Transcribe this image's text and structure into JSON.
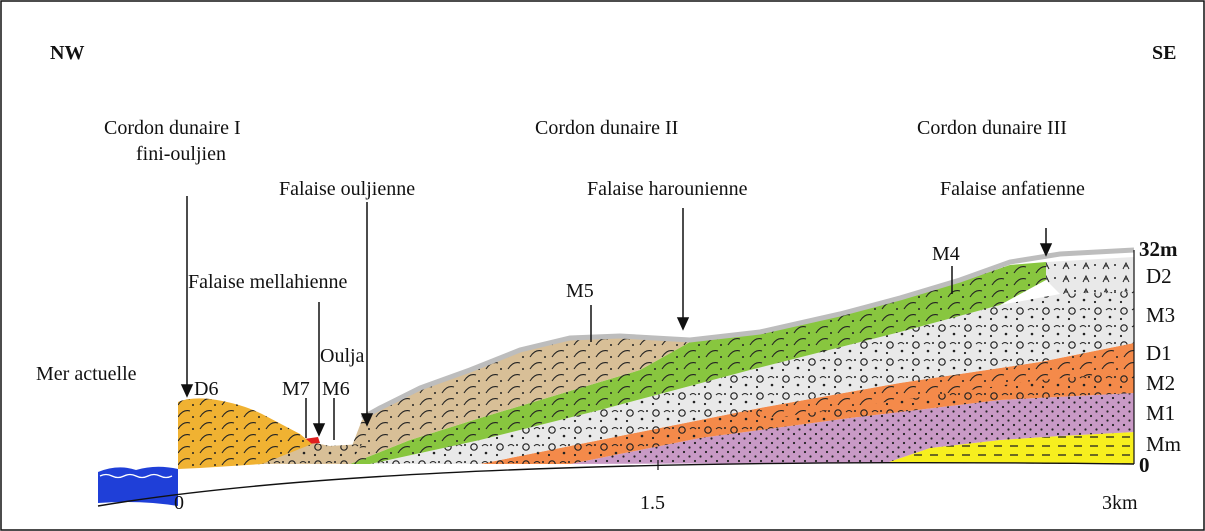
{
  "orientation": {
    "left": "NW",
    "right": "SE"
  },
  "titles": {
    "dune1_line1": "Cordon dunaire I",
    "dune1_line2": "fini-ouljien",
    "dune2": "Cordon dunaire II",
    "dune3": "Cordon dunaire III"
  },
  "cliffs": {
    "ouljienne": "Falaise ouljienne",
    "harounienne": "Falaise harounienne",
    "anfatienne": "Falaise anfatienne",
    "mellahienne": "Falaise mellahienne"
  },
  "labels": {
    "sea": "Mer actuelle",
    "oulja": "Oulja",
    "d6": "D6",
    "m7": "M7",
    "m6": "M6",
    "m5": "M5",
    "m4": "M4"
  },
  "elevation": {
    "top": "32m",
    "base": "0"
  },
  "units": [
    "D2",
    "M3",
    "D1",
    "M2",
    "M1",
    "Mm"
  ],
  "distance_ticks": [
    "0",
    "1.5",
    "3km"
  ],
  "colors": {
    "sea": "#1f3fd8",
    "dune_orange": "#f0b232",
    "beige": "#d8bf97",
    "green": "#88c63f",
    "light_gray": "#e9e9e9",
    "orange": "#f48a4a",
    "pink": "#c99ac6",
    "yellow": "#f7ef1e",
    "surface": "#c4c4c4"
  }
}
